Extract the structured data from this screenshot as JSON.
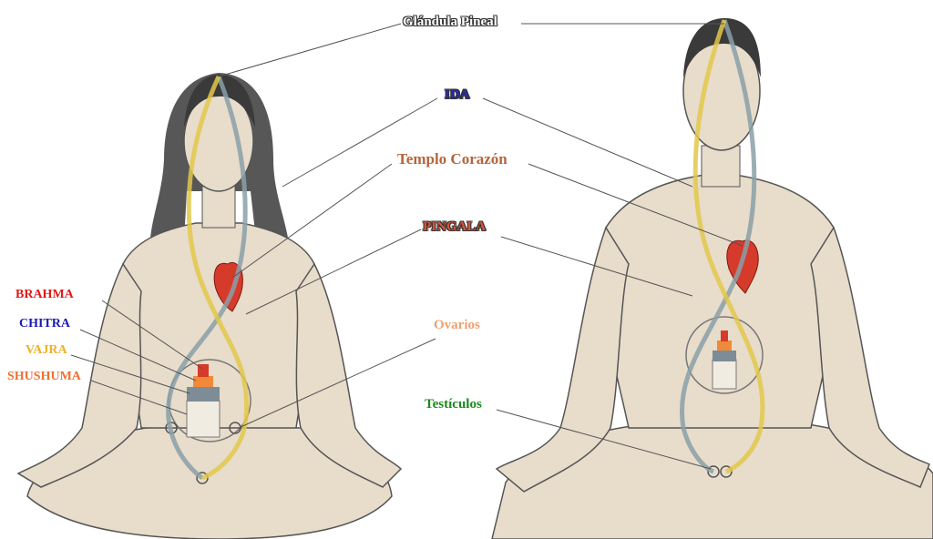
{
  "labels": {
    "pineal": {
      "text": "Glándula Pineal",
      "color": "#ffffff"
    },
    "ida": {
      "text": "IDA",
      "color": "#2a2ab8"
    },
    "templo": {
      "text": "Templo Corazón",
      "color": "#b5653c"
    },
    "pingala": {
      "text": "PINGALA",
      "color": "#d9533a"
    },
    "ovarios": {
      "text": "Ovarios",
      "color": "#f0a070"
    },
    "testiculos": {
      "text": "Testículos",
      "color": "#1a8a1a"
    },
    "brahma": {
      "text": "BRAHMA",
      "color": "#e01818"
    },
    "chitra": {
      "text": "CHITRA",
      "color": "#1a1ab8"
    },
    "vajra": {
      "text": "VAJRA",
      "color": "#f0b020"
    },
    "shushuma": {
      "text": "SHUSHUMA",
      "color": "#f07030"
    }
  },
  "colors": {
    "skin": "#e8dccb",
    "skin_shade": "#cdbfa8",
    "outline": "#555555",
    "hair": "#3a3a3a",
    "heart": "#d63a2a",
    "ida_channel": "#8aa0a8",
    "pingala_channel": "#e2c84a",
    "leader_line": "#555555"
  }
}
